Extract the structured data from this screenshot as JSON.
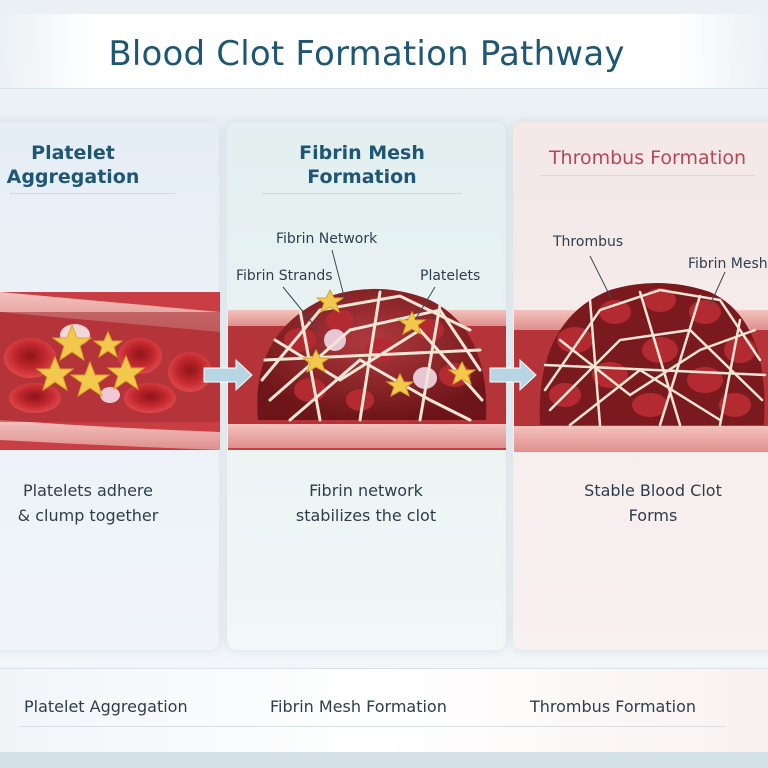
{
  "title": "Blood Clot Formation Pathway",
  "panels": [
    {
      "heading_line1": "Platelet",
      "heading_line2": "Aggregation",
      "caption_line1": "Platelets adhere",
      "caption_line2": "& clump together",
      "heading_color": "#1f5673"
    },
    {
      "heading_line1": "Fibrin Mesh",
      "heading_line2": "Formation",
      "caption_line1": "Fibrin network",
      "caption_line2": "stabilizes the clot",
      "heading_color": "#1f5673",
      "callouts": {
        "fibrin_network": "Fibrin Network",
        "fibrin_strands": "Fibrin Strands",
        "platelets": "Platelets"
      }
    },
    {
      "heading": "Thrombus Formation",
      "caption_line1": "Stable Blood Clot",
      "caption_line2": "Forms",
      "heading_color": "#b3485a",
      "callouts": {
        "thrombus": "Thrombus",
        "fibrin_mesh": "Fibrin Mesh"
      }
    }
  ],
  "flow": {
    "step1": "Platelet Aggregation",
    "step2": "Fibrin Mesh Formation",
    "step3": "Thrombus Formation"
  },
  "colors": {
    "title": "#1f5673",
    "vessel_wall": "#e8a0a0",
    "red_cell": "#c0282e",
    "platelet": "#f2c94c",
    "fibrin": "#f1e6d6",
    "arrow_blue": "#9cc4da",
    "arrow_pink": "#f0b3b3"
  },
  "icons": [
    "red-blood-cell-icon",
    "platelet-star-icon",
    "fibrin-strand-icon",
    "flow-arrow-icon"
  ]
}
